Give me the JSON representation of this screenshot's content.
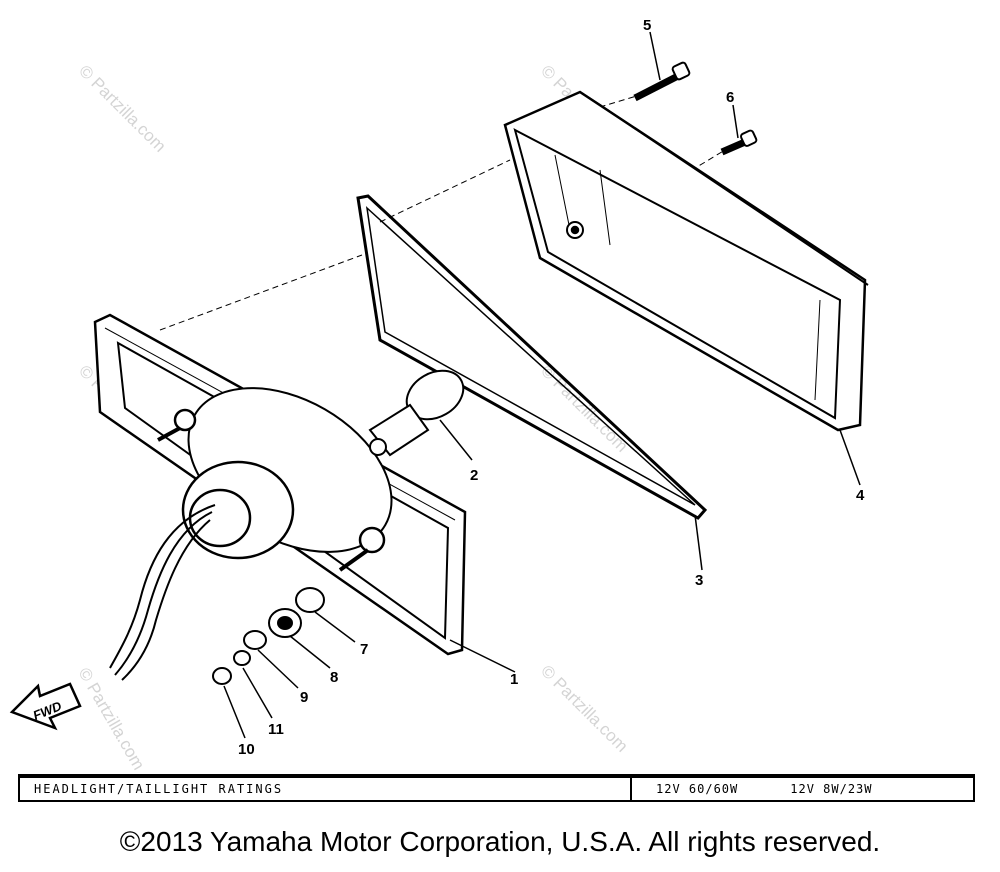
{
  "diagram": {
    "callouts": [
      "1",
      "2",
      "3",
      "4",
      "5",
      "6",
      "7",
      "8",
      "9",
      "10",
      "11"
    ],
    "arrow_label": "FWD",
    "watermark": "© Partzilla.com"
  },
  "ratings": {
    "label": "HEADLIGHT/TAILLIGHT RATINGS",
    "value_1": "12V 60/60W",
    "value_2": "12V 8W/23W"
  },
  "footer": {
    "copyright": "©2013 Yamaha Motor Corporation, U.S.A. All rights reserved."
  }
}
